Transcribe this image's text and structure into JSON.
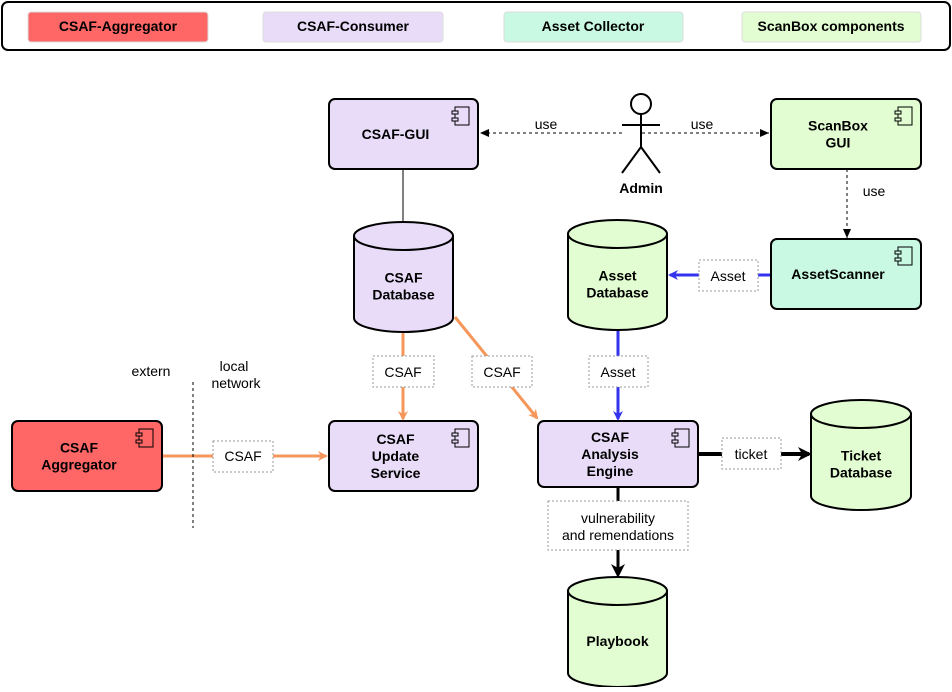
{
  "colors": {
    "aggregator": "#ff6666",
    "consumer": "#e9dcf9",
    "collector": "#c9f8e3",
    "scanbox": "#e2fdd1",
    "csaf_arrow": "#f5975a",
    "asset_arrow": "#3333ee",
    "black": "#000000"
  },
  "legend": {
    "aggregator": "CSAF-Aggregator",
    "consumer": "CSAF-Consumer",
    "collector": "Asset Collector",
    "scanbox": "ScanBox components"
  },
  "components": {
    "csaf_gui": [
      "CSAF-GUI"
    ],
    "scanbox_gui": [
      "ScanBox",
      "GUI"
    ],
    "asset_scanner": [
      "AssetScanner"
    ],
    "csaf_aggregator": [
      "CSAF",
      "Aggregator"
    ],
    "csaf_update_service": [
      "CSAF",
      "Update",
      "Service"
    ],
    "csaf_analysis_engine": [
      "CSAF",
      "Analysis",
      "Engine"
    ]
  },
  "databases": {
    "csaf_database": [
      "CSAF",
      "Database"
    ],
    "asset_database": [
      "Asset",
      "Database"
    ],
    "ticket_database": [
      "Ticket",
      "Database"
    ],
    "playbook": [
      "Playbook"
    ]
  },
  "actor": {
    "admin": "Admin"
  },
  "boundary": {
    "extern": "extern",
    "local": [
      "local",
      "network"
    ]
  },
  "edge_labels": {
    "use_csaf_gui": "use",
    "use_scanbox_gui": "use",
    "use_scanner": "use",
    "asset_scanner_to_db": "Asset",
    "asset_db_to_engine": "Asset",
    "csaf_db_update": "CSAF",
    "csaf_db_engine": "CSAF",
    "aggregator_update": "CSAF",
    "ticket": "ticket",
    "vulnerability": [
      "vulnerability",
      "and remendations"
    ]
  }
}
